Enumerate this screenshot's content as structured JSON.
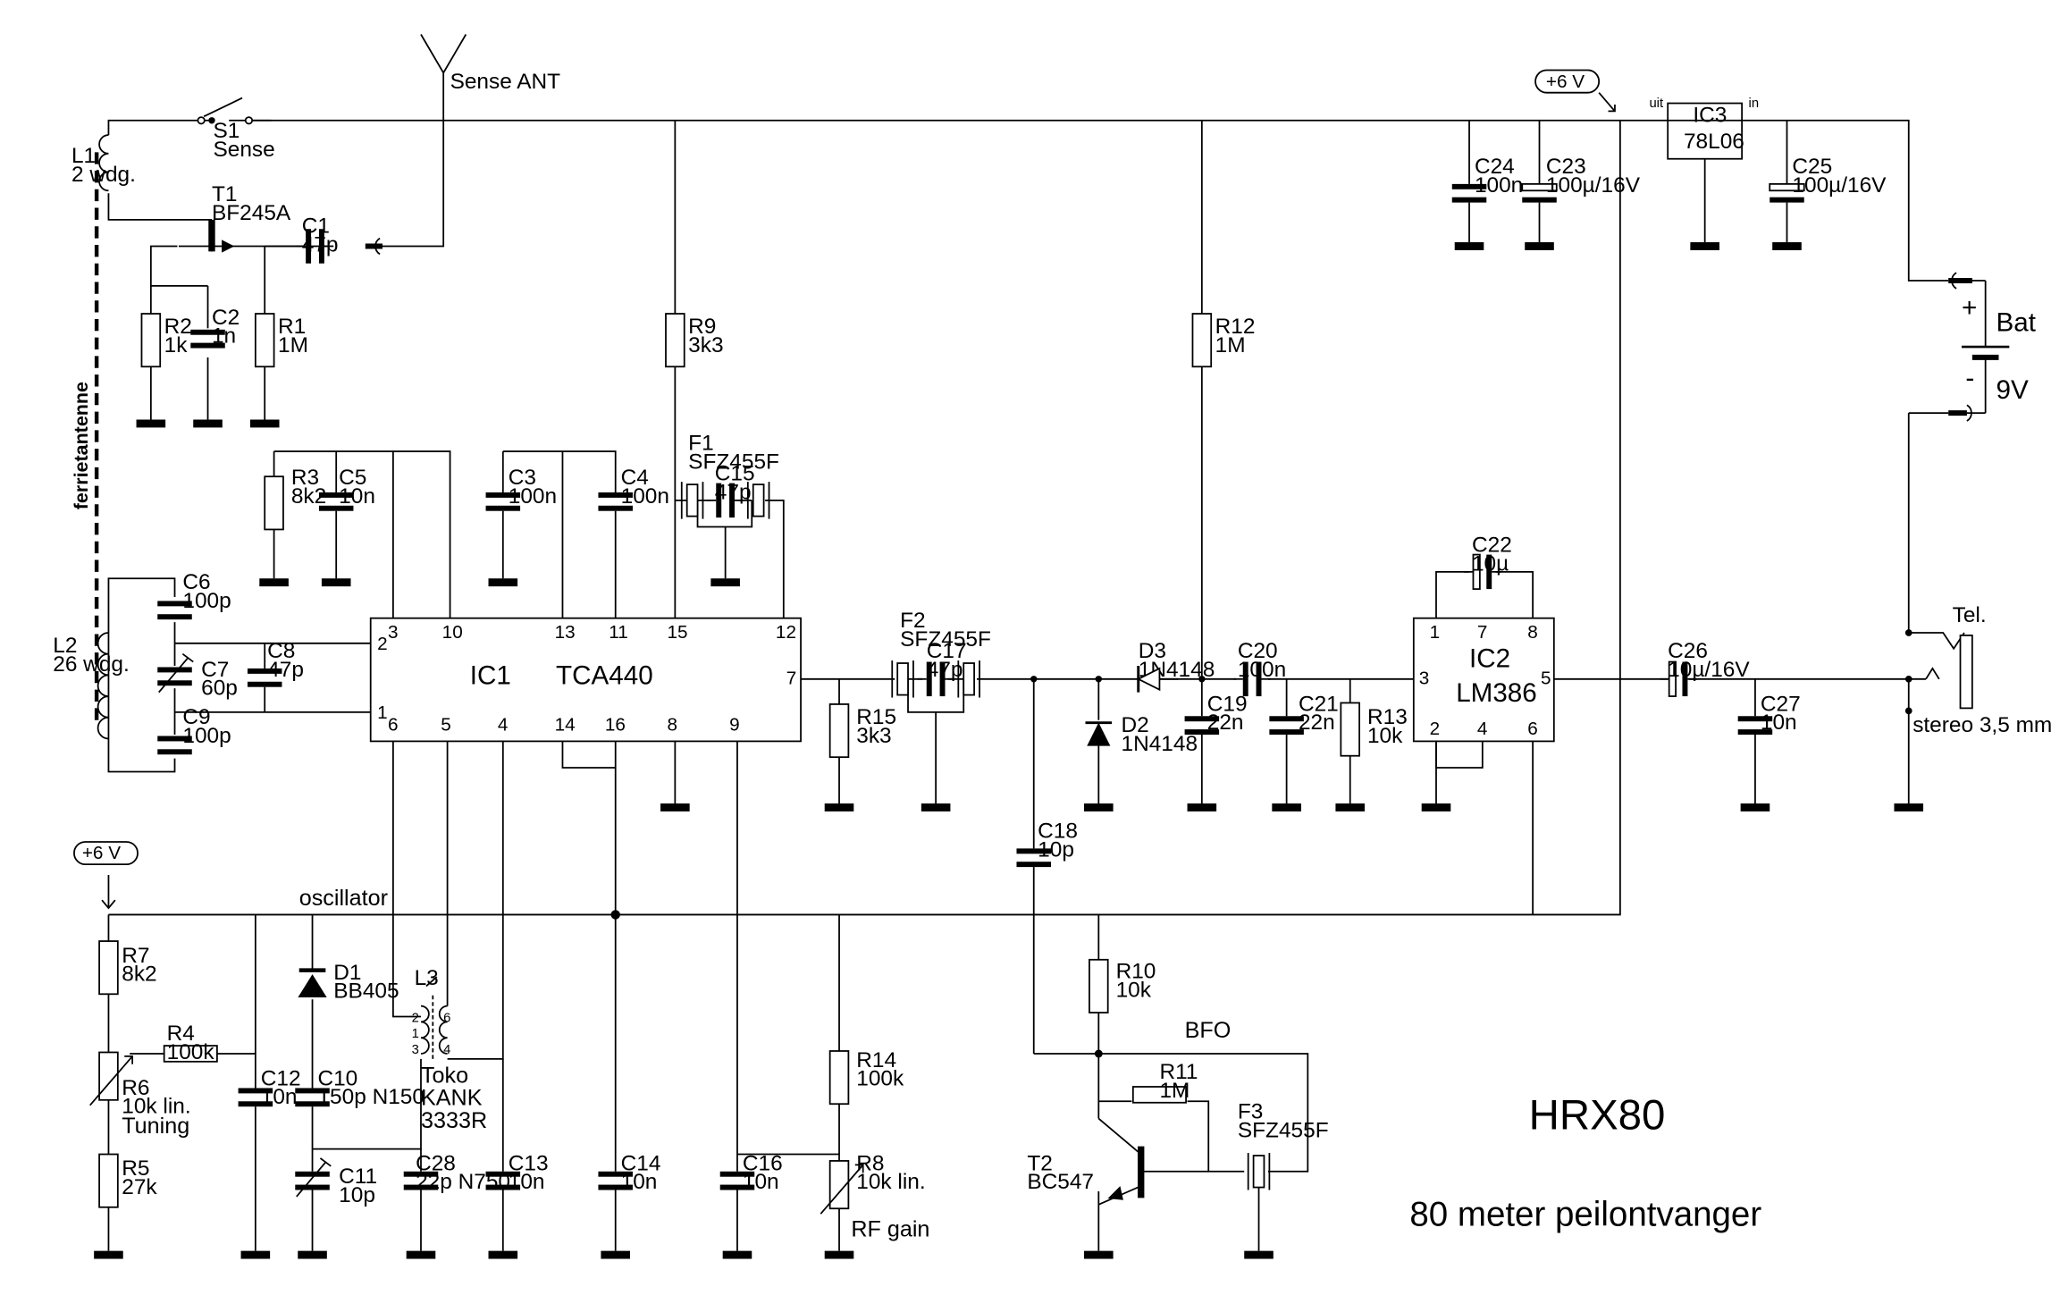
{
  "title": "HRX80",
  "subtitle": "80 meter peilontvanger",
  "supply": {
    "rail_top": "+6 V",
    "rail_osc": "+6 V",
    "battery_label": "Bat",
    "battery_voltage": "9V",
    "battery_plus": "+",
    "battery_minus": "-",
    "reg_out": "uit",
    "reg_in": "in"
  },
  "antenna": {
    "sense_ant": "Sense ANT",
    "ferrite": "ferrietantenne"
  },
  "section_labels": {
    "oscillator": "oscillator",
    "bfo": "BFO",
    "tuning": "Tuning",
    "rf_gain": "RF gain"
  },
  "headphone": {
    "label": "Tel.",
    "type": "stereo 3,5 mm"
  },
  "ic1": {
    "ref": "IC1",
    "type": "TCA440",
    "pins_top": [
      "3",
      "10",
      "13",
      "11",
      "15",
      "12"
    ],
    "pins_bottom": [
      "6",
      "5",
      "4",
      "14",
      "16",
      "8",
      "9"
    ],
    "pins_side": [
      "2",
      "1",
      "7"
    ]
  },
  "ic2": {
    "ref": "IC2",
    "type": "LM386",
    "pins_top": [
      "1",
      "7",
      "8"
    ],
    "pins_bottom": [
      "2",
      "4",
      "6"
    ],
    "pins_side": [
      "3",
      "5"
    ]
  },
  "ic3": {
    "ref": "IC3",
    "type": "78L06"
  },
  "l3": {
    "ref": "L3",
    "maker": "Toko",
    "type1": "KANK",
    "type2": "3333R",
    "pins": [
      "2",
      "1",
      "3",
      "6",
      "4"
    ]
  },
  "components": [
    {
      "ref": "S1",
      "value": "Sense"
    },
    {
      "ref": "L1",
      "value": "2 wdg."
    },
    {
      "ref": "L2",
      "value": "26 wdg."
    },
    {
      "ref": "T1",
      "value": "BF245A"
    },
    {
      "ref": "C1",
      "value": "47p"
    },
    {
      "ref": "R2",
      "value": "1k"
    },
    {
      "ref": "C2",
      "value": "1n"
    },
    {
      "ref": "R1",
      "value": "1M"
    },
    {
      "ref": "R9",
      "value": "3k3"
    },
    {
      "ref": "R12",
      "value": "1M"
    },
    {
      "ref": "C24",
      "value": "100n"
    },
    {
      "ref": "C23",
      "value": "100µ/16V"
    },
    {
      "ref": "C25",
      "value": "100µ/16V"
    },
    {
      "ref": "R3",
      "value": "8k2"
    },
    {
      "ref": "C5",
      "value": "10n"
    },
    {
      "ref": "C3",
      "value": "100n"
    },
    {
      "ref": "C4",
      "value": "100n"
    },
    {
      "ref": "F1",
      "value": "SFZ455F"
    },
    {
      "ref": "C15",
      "value": "47p"
    },
    {
      "ref": "C6",
      "value": "100p"
    },
    {
      "ref": "C7",
      "value": "60p"
    },
    {
      "ref": "C8",
      "value": "47p"
    },
    {
      "ref": "C9",
      "value": "100p"
    },
    {
      "ref": "F2",
      "value": "SFZ455F"
    },
    {
      "ref": "C17",
      "value": "47p"
    },
    {
      "ref": "R15",
      "value": "3k3"
    },
    {
      "ref": "D3",
      "value": "1N4148"
    },
    {
      "ref": "D2",
      "value": "1N4148"
    },
    {
      "ref": "C20",
      "value": "100n"
    },
    {
      "ref": "C19",
      "value": "22n"
    },
    {
      "ref": "C21",
      "value": "22n"
    },
    {
      "ref": "R13",
      "value": "10k"
    },
    {
      "ref": "C22",
      "value": "10µ"
    },
    {
      "ref": "C26",
      "value": "10µ/16V"
    },
    {
      "ref": "C27",
      "value": "10n"
    },
    {
      "ref": "C18",
      "value": "10p"
    },
    {
      "ref": "R7",
      "value": "8k2"
    },
    {
      "ref": "D1",
      "value": "BB405"
    },
    {
      "ref": "R4",
      "value": "100k"
    },
    {
      "ref": "R6",
      "value": "10k lin."
    },
    {
      "ref": "C12",
      "value": "10n"
    },
    {
      "ref": "C10",
      "value": "150p N150"
    },
    {
      "ref": "C11",
      "value": "10p"
    },
    {
      "ref": "C28",
      "value": "22p N750"
    },
    {
      "ref": "C13",
      "value": "10n"
    },
    {
      "ref": "C14",
      "value": "10n"
    },
    {
      "ref": "C16",
      "value": "10n"
    },
    {
      "ref": "R5",
      "value": "27k"
    },
    {
      "ref": "R14",
      "value": "100k"
    },
    {
      "ref": "R8",
      "value": "10k lin."
    },
    {
      "ref": "R10",
      "value": "10k"
    },
    {
      "ref": "R11",
      "value": "1M"
    },
    {
      "ref": "F3",
      "value": "SFZ455F"
    },
    {
      "ref": "T2",
      "value": "BC547"
    }
  ]
}
